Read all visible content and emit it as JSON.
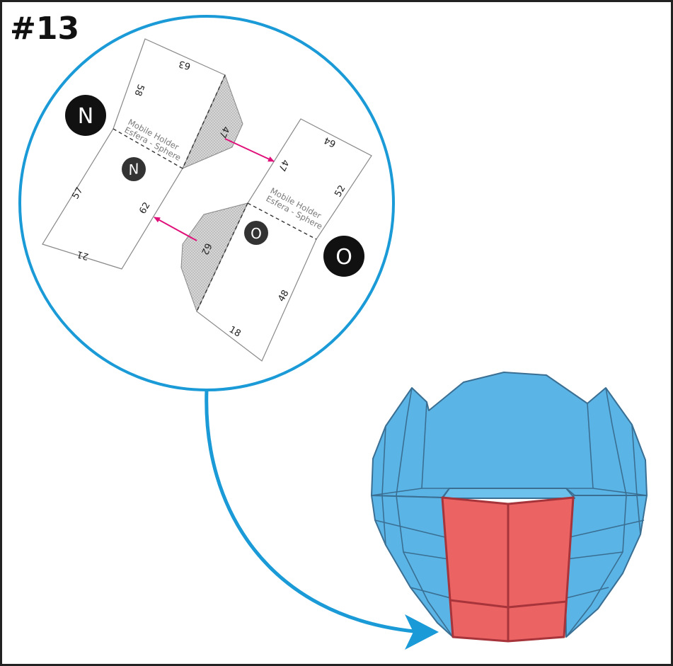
{
  "step": {
    "label": "#13"
  },
  "piece_n": {
    "badge_large": "N",
    "badge_small": "N",
    "holder_line1": "Mobile Holder",
    "holder_line2": "Esfera - Sphere",
    "edge_top": "63",
    "edge_upper_left": "58",
    "edge_tab": "47",
    "edge_lower_left": "57",
    "edge_inner": "62",
    "edge_bottom": "21"
  },
  "piece_o": {
    "badge_large": "O",
    "badge_small": "O",
    "holder_line1": "Mobile Holder",
    "holder_line2": "Esfera - Sphere",
    "edge_top": "64",
    "edge_inner": "47",
    "edge_right": "52",
    "edge_tab": "62",
    "edge_lower_right": "48",
    "edge_bottom": "18"
  },
  "colors": {
    "frame": "#222222",
    "zoom_circle": "#1a9ad6",
    "connector_arrow": "#1a9ad6",
    "match_arrow": "#e0107a",
    "sphere_blue": "#5ab4e5",
    "sphere_stroke": "#3a6f93",
    "highlight_red": "#ec6363",
    "highlight_stroke": "#a6343a",
    "badge_fill": "#111111",
    "badge_small_fill": "#333333",
    "tab_fill": "#d9d9d9"
  }
}
